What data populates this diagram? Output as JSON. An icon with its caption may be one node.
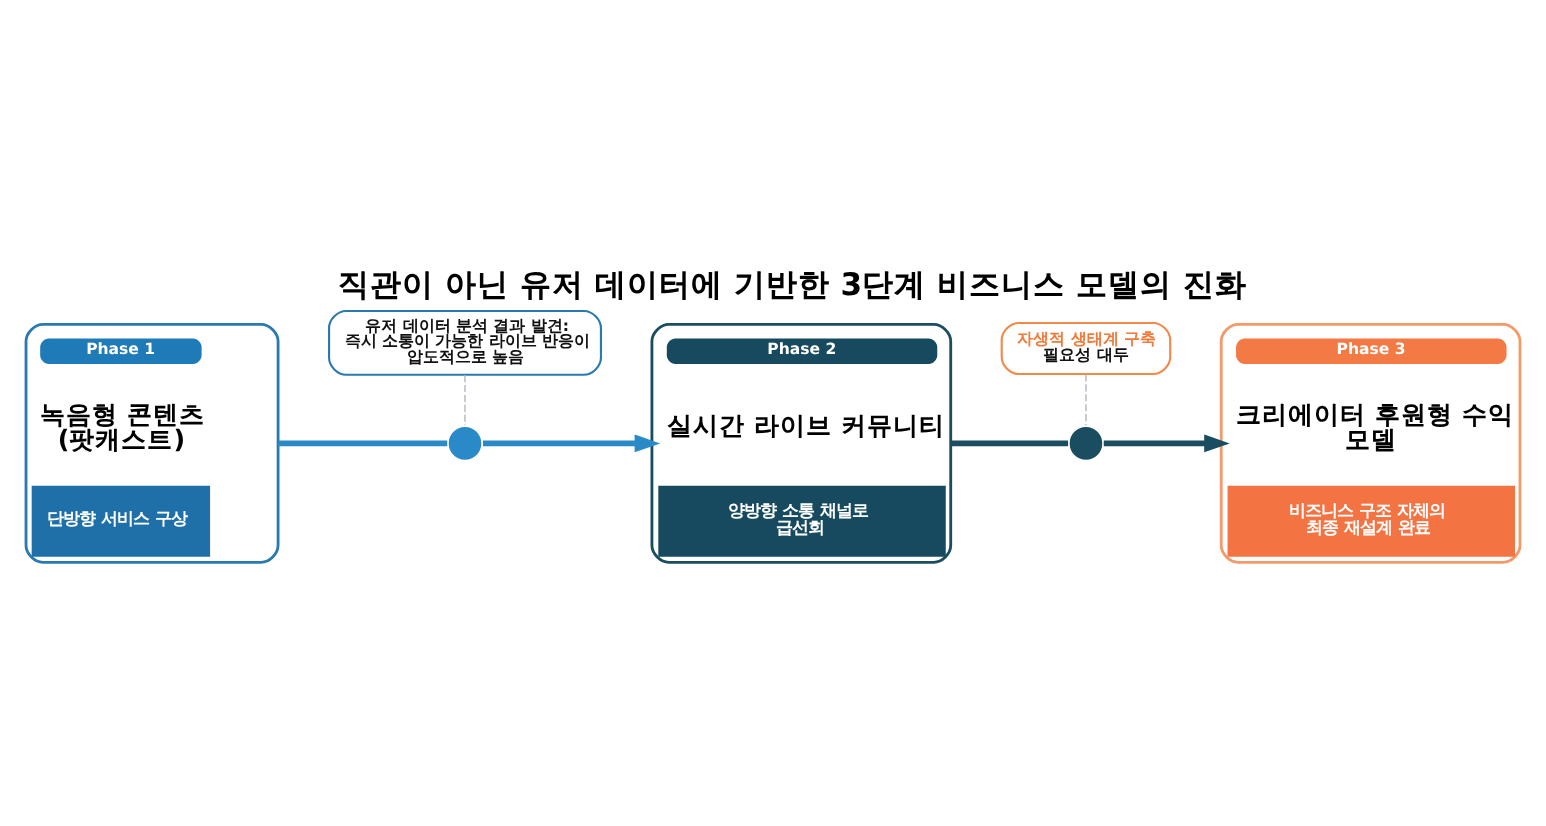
{
  "diagram": {
    "title": "직관이 아닌 유저 데이터에 기반한 3단계 비즈니스 모델의 진화",
    "nodes": [
      {
        "text": [
          "Phase 1",
          "녹음형 콘텐츠 (팟캐스트)",
          "단방향 서비스 구상"
        ]
      },
      {
        "text": [
          "유저 데이터 분석 결과 발견: 즉시 소통이 가능한 라이브 반응이 압도적으로 높음"
        ]
      },
      {
        "text": [],
        "shape": "circle"
      },
      {
        "text": [
          "Phase 2",
          "실시간 라이브 커뮤니티",
          "양방향 소통 채널로 급선회"
        ]
      },
      {
        "text": [
          "자생적 생태계 구축",
          "필요성 대두"
        ]
      },
      {
        "text": [],
        "shape": "circle"
      },
      {
        "text": [
          "Phase 3",
          "크리에이터 후원형 수익 모델",
          "비즈니스 구조 자체의 최종 재설계 완료"
        ]
      }
    ],
    "edges": [
      {
        "from": 0,
        "to": 2,
        "arrow": "none",
        "color": "#2a8ac8"
      },
      {
        "from": 2,
        "to": 3,
        "arrow": "to",
        "color": "#2a8ac8"
      },
      {
        "from": 1,
        "to": 2,
        "arrow": "none",
        "style": "dashed",
        "color": "#b0b8c0"
      },
      {
        "from": 3,
        "to": 5,
        "arrow": "none",
        "color": "#1b4d60"
      },
      {
        "from": 5,
        "to": 6,
        "arrow": "to",
        "color": "#1b4d60"
      },
      {
        "from": 4,
        "to": 5,
        "arrow": "none",
        "style": "dashed",
        "color": "#b0b8c0"
      }
    ]
  }
}
